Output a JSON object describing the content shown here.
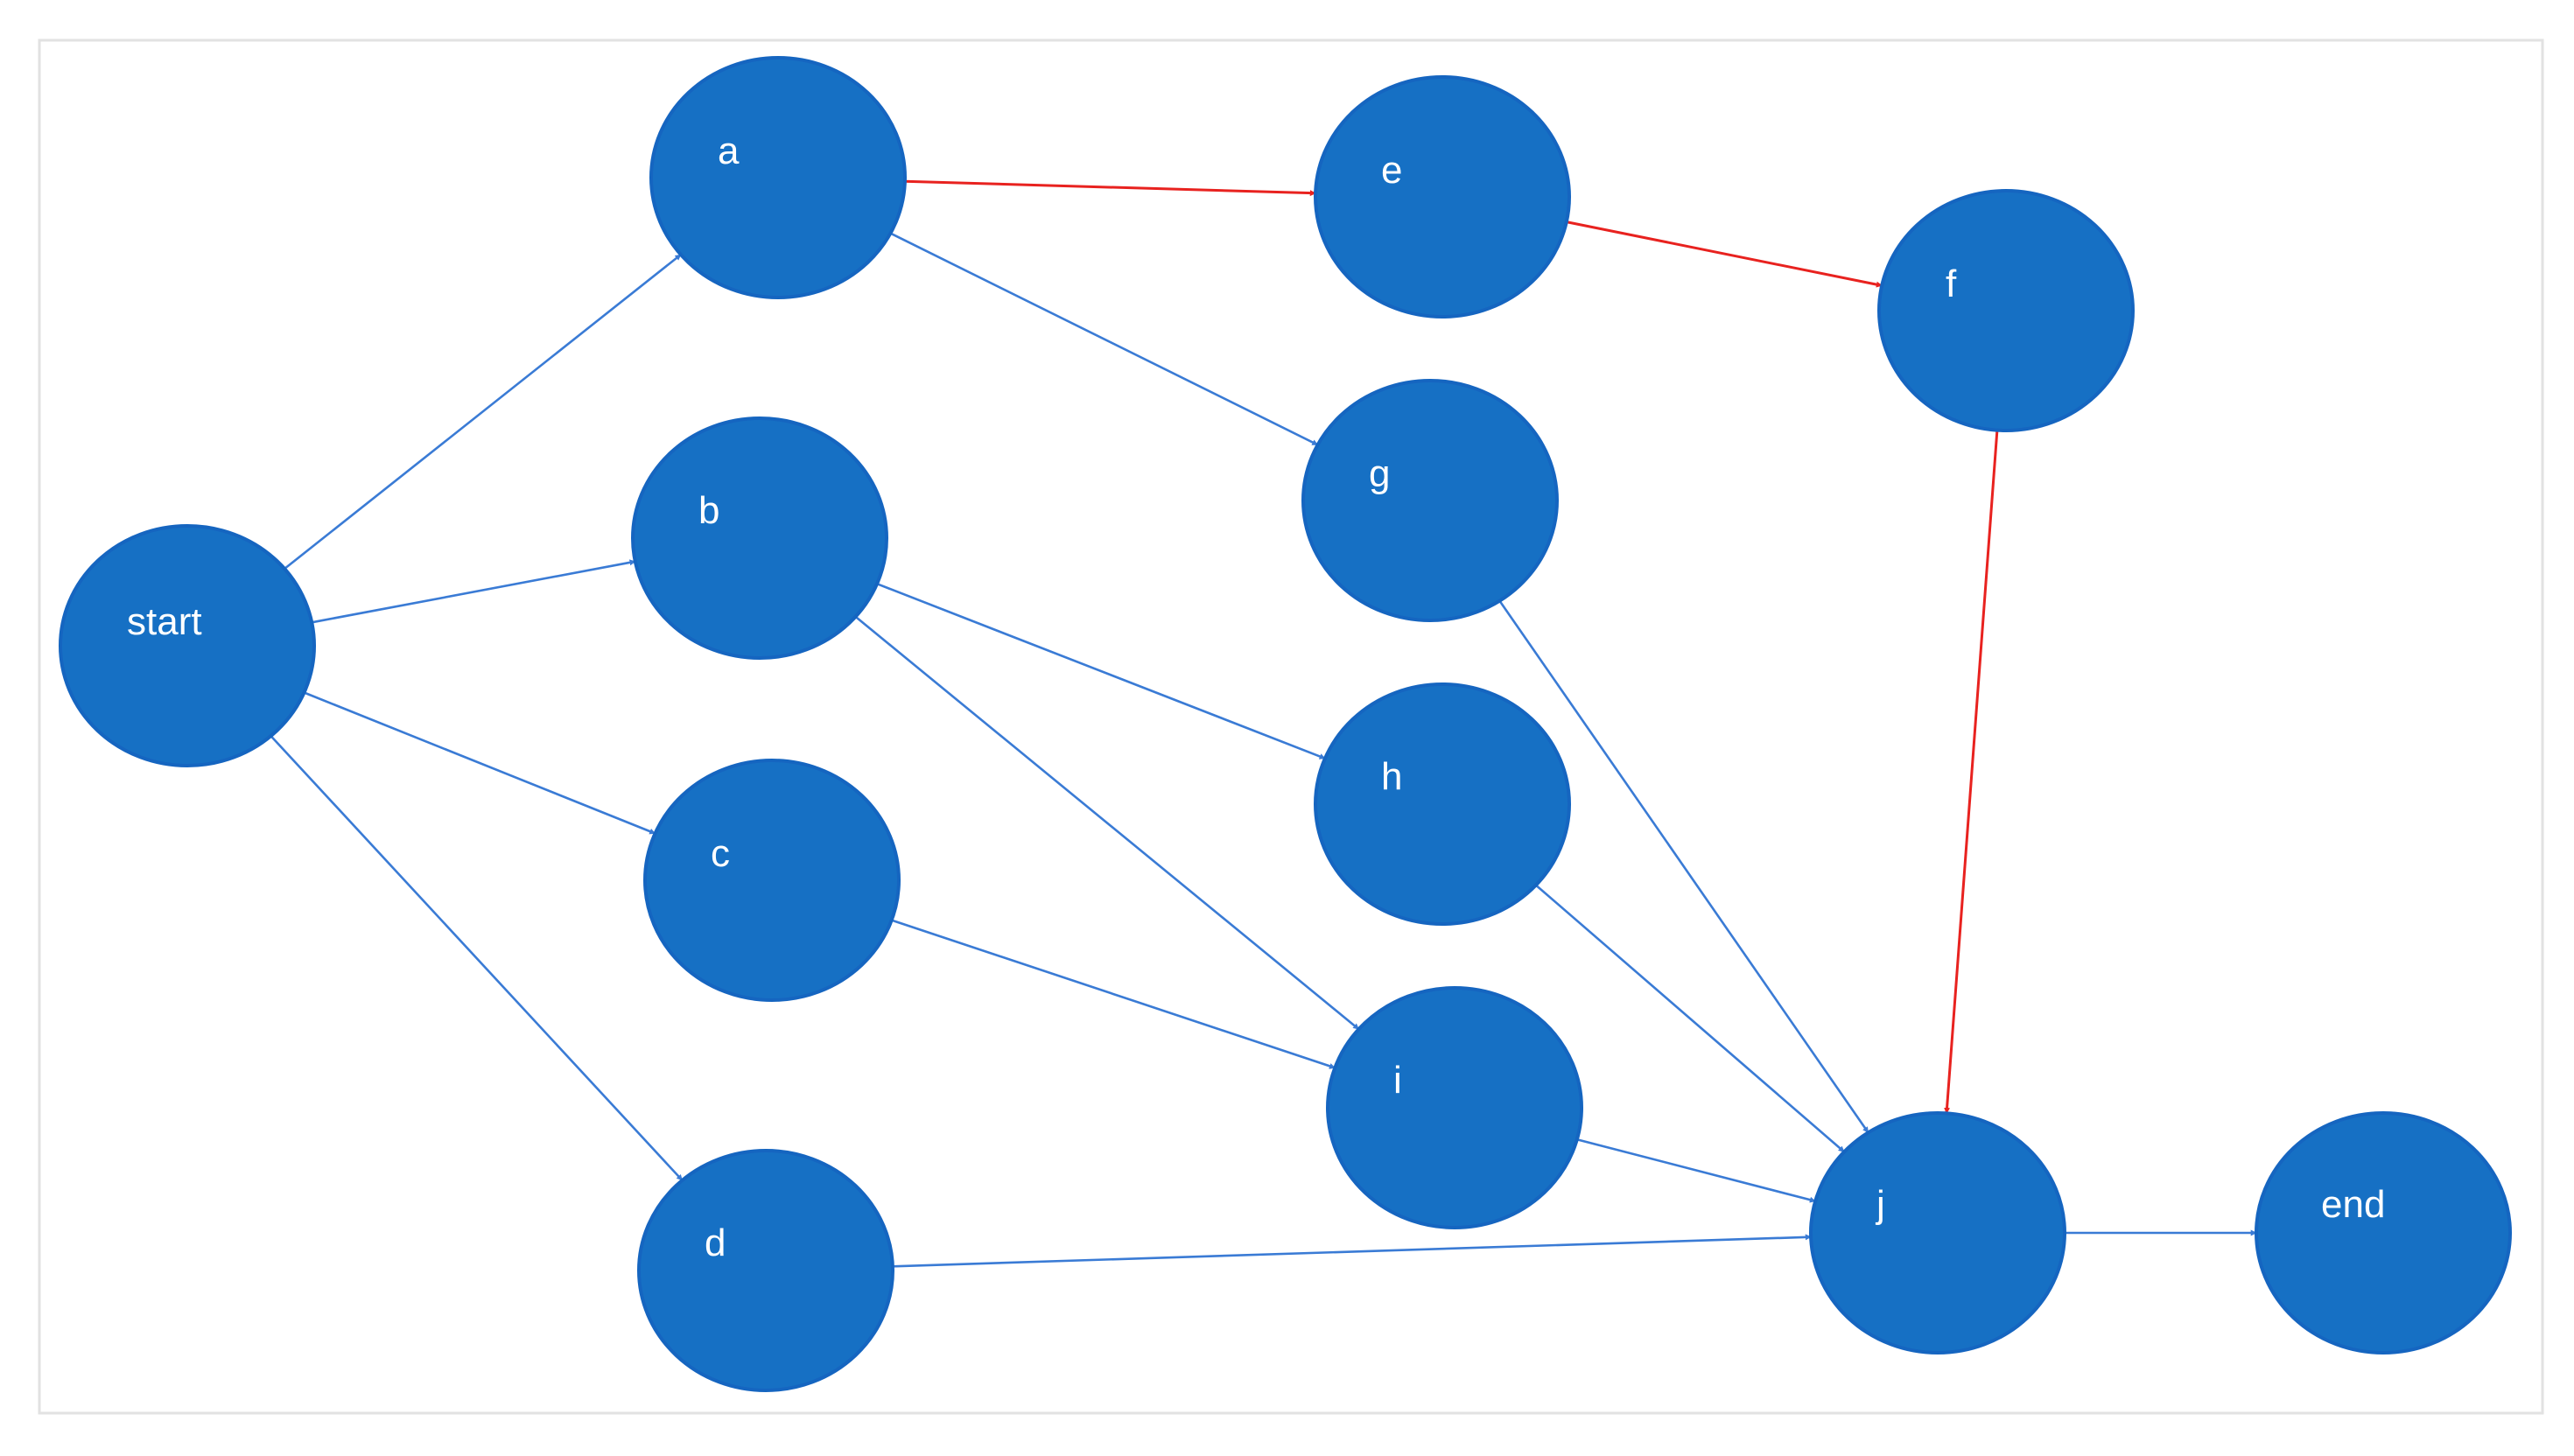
{
  "colors": {
    "node_fill": "#1670c4",
    "edge": "#3a7bd5",
    "critical_edge": "#e8221f"
  },
  "nodes": [
    {
      "id": "start",
      "label": "start"
    },
    {
      "id": "a",
      "label": "a"
    },
    {
      "id": "b",
      "label": "b"
    },
    {
      "id": "c",
      "label": "c"
    },
    {
      "id": "d",
      "label": "d"
    },
    {
      "id": "e",
      "label": "e"
    },
    {
      "id": "g",
      "label": "g"
    },
    {
      "id": "h",
      "label": "h"
    },
    {
      "id": "i",
      "label": "i"
    },
    {
      "id": "f",
      "label": "f"
    },
    {
      "id": "j",
      "label": "j"
    },
    {
      "id": "end",
      "label": "end"
    }
  ],
  "edges": [
    {
      "from": "start",
      "to": "a",
      "critical": false
    },
    {
      "from": "start",
      "to": "b",
      "critical": false
    },
    {
      "from": "start",
      "to": "c",
      "critical": false
    },
    {
      "from": "start",
      "to": "d",
      "critical": false
    },
    {
      "from": "a",
      "to": "e",
      "critical": true
    },
    {
      "from": "a",
      "to": "g",
      "critical": false
    },
    {
      "from": "b",
      "to": "h",
      "critical": false
    },
    {
      "from": "b",
      "to": "i",
      "critical": false
    },
    {
      "from": "c",
      "to": "i",
      "critical": false
    },
    {
      "from": "d",
      "to": "j",
      "critical": false
    },
    {
      "from": "e",
      "to": "f",
      "critical": true
    },
    {
      "from": "f",
      "to": "j",
      "critical": true
    },
    {
      "from": "g",
      "to": "j",
      "critical": false
    },
    {
      "from": "h",
      "to": "j",
      "critical": false
    },
    {
      "from": "i",
      "to": "j",
      "critical": false
    },
    {
      "from": "j",
      "to": "end",
      "critical": false
    }
  ]
}
